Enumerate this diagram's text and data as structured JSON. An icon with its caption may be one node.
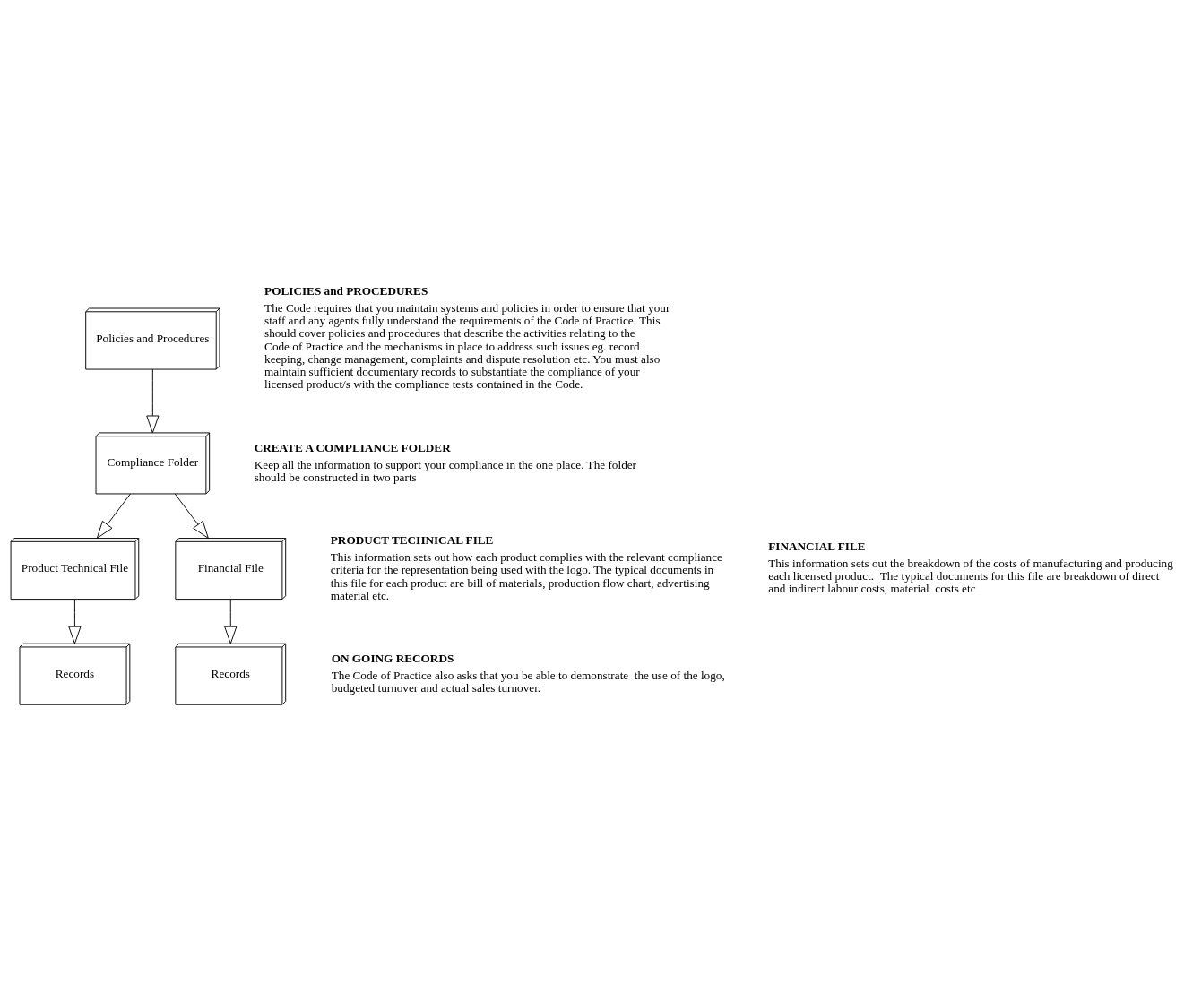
{
  "diagram": {
    "nodes": [
      {
        "text": [
          "Policies and Procedures"
        ]
      },
      {
        "text": [
          "Compliance Folder"
        ]
      },
      {
        "text": [
          "Product Technical File"
        ]
      },
      {
        "text": [
          "Financial File"
        ]
      },
      {
        "text": [
          "Records"
        ]
      },
      {
        "text": [
          "Records"
        ]
      }
    ],
    "edges": [
      {
        "from": 0,
        "to": 1,
        "arrow": "to"
      },
      {
        "from": 1,
        "to": 2,
        "arrow": "to"
      },
      {
        "from": 1,
        "to": 3,
        "arrow": "to"
      },
      {
        "from": 2,
        "to": 4,
        "arrow": "to"
      },
      {
        "from": 3,
        "to": 5,
        "arrow": "to"
      }
    ],
    "labels": [
      "POLICIES and PROCEDURES",
      "The Code requires that you maintain systems and policies in order to ensure that your staff and any agents fully understand the requirements of the Code of Practice. This should cover policies and procedures that describe the activities relating to the Code of Practice and the mechanisms in place to address such issues eg. record keeping, change management, complaints and dispute resolution etc. You must also maintain sufficient documentary records to substantiate the compliance of your licensed product/s with the compliance tests contained in the Code.",
      "CREATE A COMPLIANCE FOLDER",
      "Keep all the information to support your compliance in the one place. The folder should be constructed in two parts",
      "PRODUCT TECHNICAL FILE",
      "This information sets out how each product complies with the relevant compliance criteria for the representation being used with the logo. The typical documents in this file for each product are bill of materials, production flow chart, advertising material etc.",
      "FINANCIAL FILE",
      "This information sets out the breakdown of the costs of manufacturing and producing each licensed product.  The typical documents for this file are breakdown of direct and indirect labour costs, material  costs etc",
      "ON GOING RECORDS",
      "The Code of Practice also asks that you be able to demonstrate  the use of the logo, budgeted turnover and actual sales turnover."
    ]
  }
}
